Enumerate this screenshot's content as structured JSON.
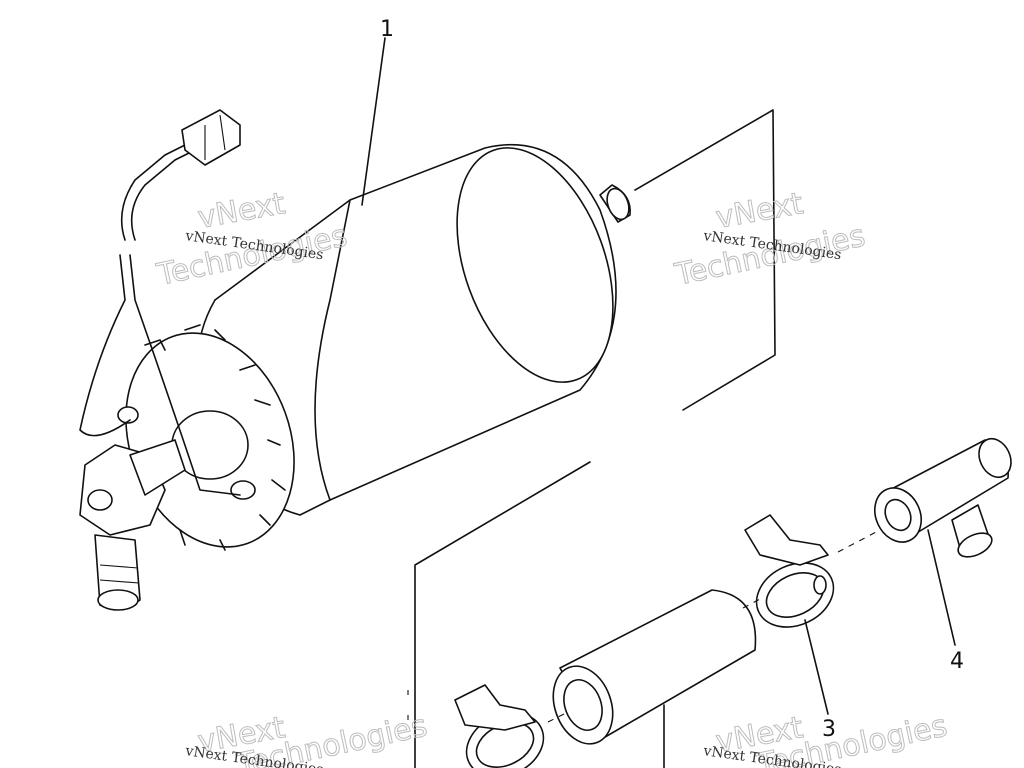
{
  "callouts": [
    {
      "id": "1",
      "label": "1"
    },
    {
      "id": "3",
      "label": "3"
    },
    {
      "id": "4",
      "label": "4"
    }
  ],
  "watermark": {
    "line_small": "vNext Technologies",
    "line_big_a": "vNext",
    "line_big_b": "Technologies"
  },
  "colors": {
    "line": "#111111",
    "background": "#ffffff",
    "watermark": "#bdbdbd"
  }
}
